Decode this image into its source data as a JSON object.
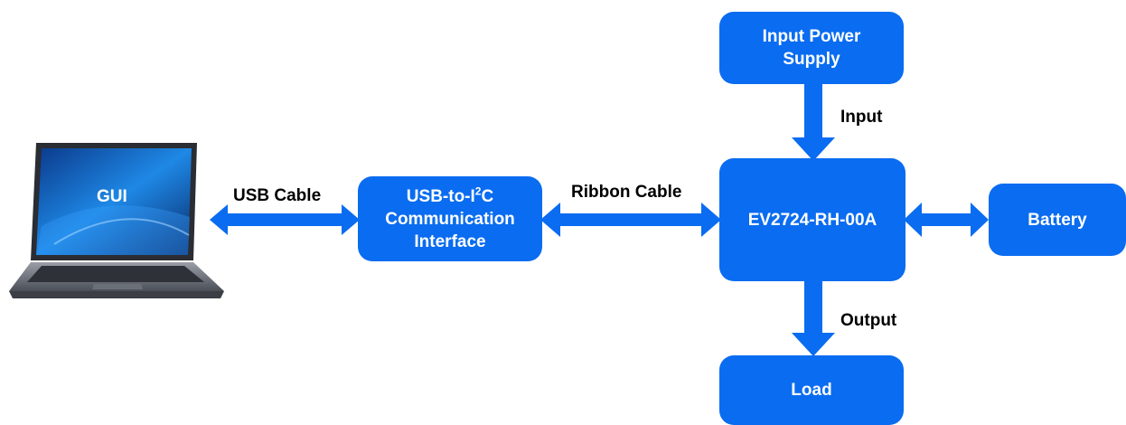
{
  "colors": {
    "block": "#0a6cf0",
    "arrow": "#0a6cf0",
    "text_on_block": "#ffffff"
  },
  "laptop": {
    "icon": "laptop-icon",
    "screen_label": "GUI"
  },
  "blocks": {
    "interface": {
      "line1_pre": "USB-to-I",
      "line1_sup": "2",
      "line1_post": "C",
      "line2": "Communication",
      "line3": "Interface"
    },
    "evb": "EV2724-RH-00A",
    "power_line1": "Input Power",
    "power_line2": "Supply",
    "battery": "Battery",
    "load": "Load"
  },
  "connections": {
    "usb": "USB Cable",
    "ribbon": "Ribbon Cable",
    "input": "Input",
    "output": "Output"
  }
}
